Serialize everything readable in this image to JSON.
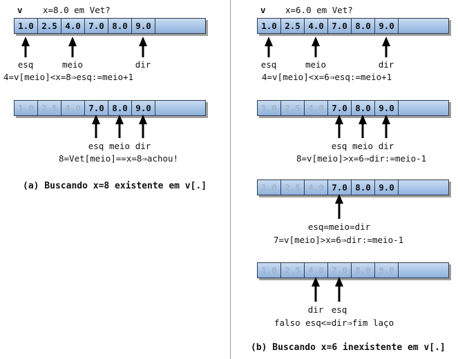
{
  "left": {
    "var_label": "v",
    "question": "x=8.0 em Vet?",
    "cells": [
      "1.0",
      "2.5",
      "4.0",
      "7.0",
      "8.0",
      "9.0"
    ],
    "step1": {
      "labels": [
        "esq",
        "meio",
        "dir"
      ],
      "formula": "4=v[meio]<x=8⇒esq:=meio+1"
    },
    "step2": {
      "labels": [
        "esq",
        "meio",
        "dir"
      ],
      "formula": "8=Vet[meio]==x=8⇒achou!"
    },
    "caption": "(a) Buscando x=8 existente em v[.]"
  },
  "right": {
    "var_label": "v",
    "question": "x=6.0 em Vet?",
    "cells": [
      "1.0",
      "2.5",
      "4.0",
      "7.0",
      "8.0",
      "9.0"
    ],
    "step1": {
      "labels": [
        "esq",
        "meio",
        "dir"
      ],
      "formula": "4=v[meio]<x=6⇒esq:=meio+1"
    },
    "step2": {
      "labels": [
        "esq",
        "meio",
        "dir"
      ],
      "formula": "8=v[meio]>x=6⇒dir:=meio-1"
    },
    "step3": {
      "label": "esq=meio=dir",
      "formula": "7=v[meio]>x=6⇒dir:=meio-1"
    },
    "step4": {
      "labels": [
        "dir",
        "esq"
      ],
      "formula": "falso esq<=dir⇒fim laço"
    },
    "caption": "(b) Buscando x=6 inexistente em v[.]"
  }
}
